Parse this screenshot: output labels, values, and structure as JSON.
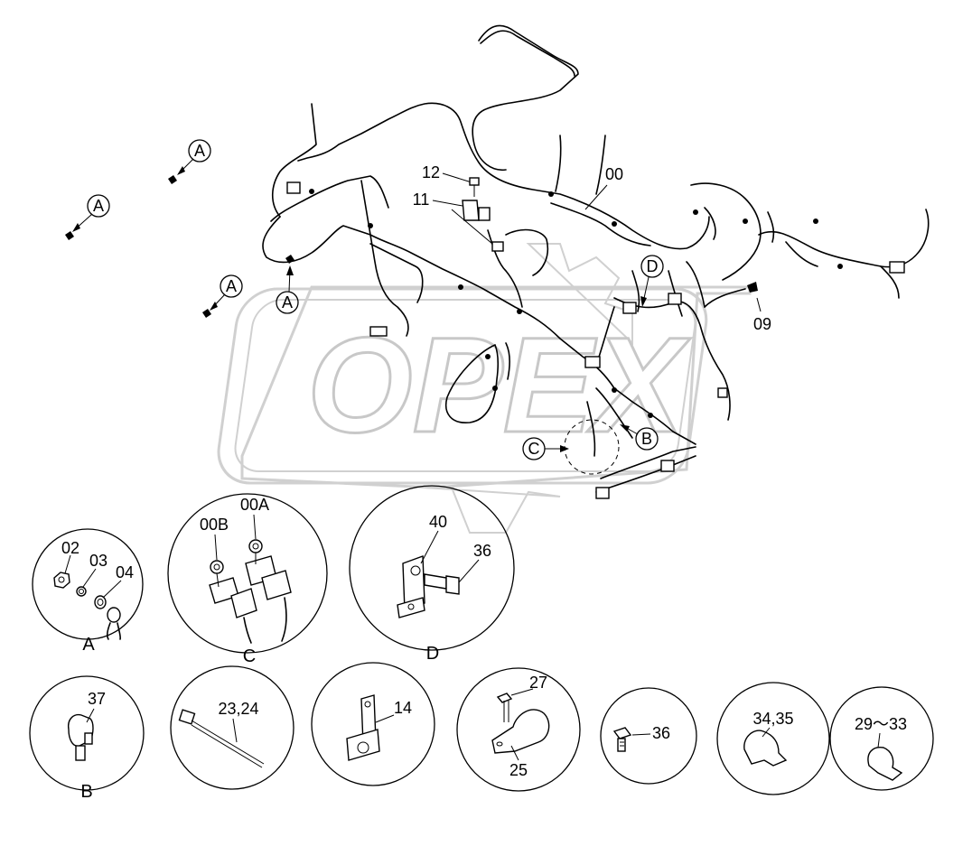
{
  "watermark": "OPEX",
  "callouts": {
    "a1": "A",
    "a2": "A",
    "a3": "A",
    "a4": "A",
    "b": "B",
    "c": "C",
    "d": "D"
  },
  "part_labels": {
    "p00": "00",
    "p09": "09",
    "p11": "11",
    "p12": "12"
  },
  "details": {
    "A": {
      "caption": "A",
      "labels": [
        "02",
        "03",
        "04"
      ]
    },
    "C": {
      "caption": "C",
      "labels": [
        "00B",
        "00A"
      ]
    },
    "D": {
      "caption": "D",
      "labels": [
        "40",
        "36"
      ]
    },
    "B": {
      "caption": "B",
      "labels": [
        "37"
      ]
    },
    "tie": {
      "labels": [
        "23,24"
      ]
    },
    "bracket": {
      "labels": [
        "14"
      ]
    },
    "clamp": {
      "labels": [
        "27",
        "25"
      ]
    },
    "bolt": {
      "labels": [
        "36"
      ]
    },
    "clamp2": {
      "labels": [
        "34,35"
      ]
    },
    "clamp3": {
      "labels": [
        "29～33"
      ]
    }
  }
}
